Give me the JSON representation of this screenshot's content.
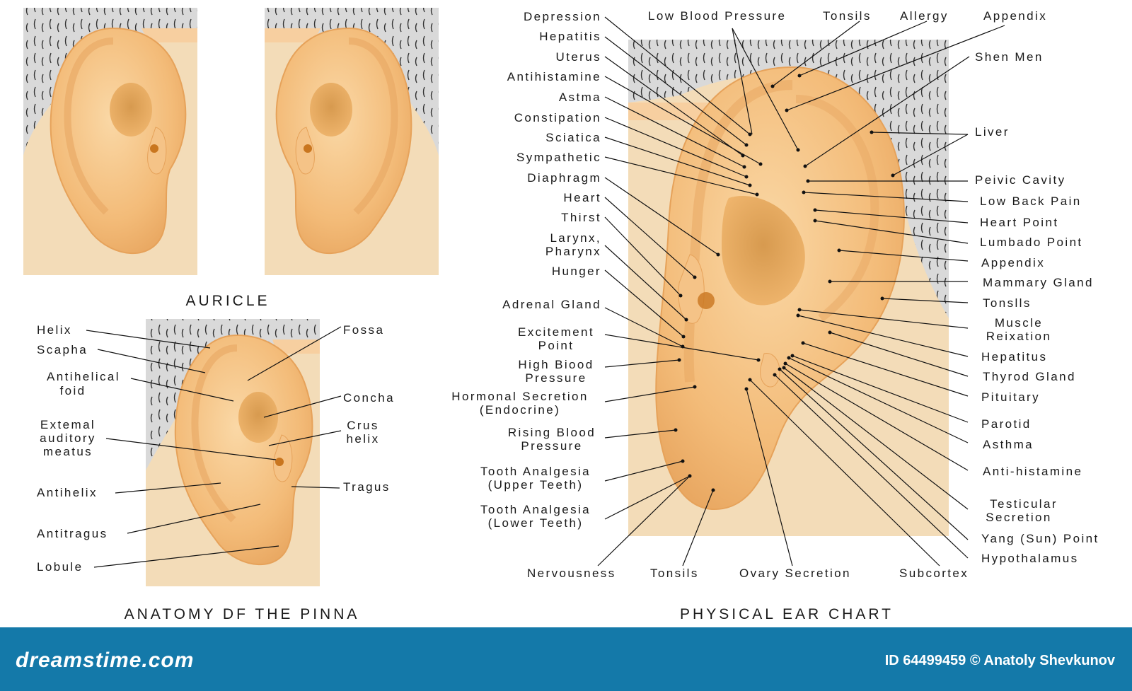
{
  "titles": {
    "auricle": "AURICLE",
    "pinna": "ANATOMY DF THE PINNA",
    "chart": "PHYSICAL EAR CHART"
  },
  "pinna_labels": {
    "helix": "Helix",
    "scapha": "Scapha",
    "antihelical_1": "Antihelical",
    "antihelical_2": "foid",
    "ext_1": "Extemal",
    "ext_2": "auditory",
    "ext_3": "meatus",
    "antihelix": "Antihelix",
    "antitragus": "Antitragus",
    "lobule": "Lobule",
    "fossa": "Fossa",
    "concha": "Concha",
    "crus_1": "Crus",
    "crus_2": "helix",
    "tragus": "Tragus"
  },
  "chart_left": {
    "depression": "Depression",
    "hepatitis": "Hepatitis",
    "uterus": "Uterus",
    "antihistamine": "Antihistamine",
    "astma": "Astma",
    "constipation": "Constipation",
    "sciatica": "Sciatica",
    "sympathetic": "Sympathetic",
    "diaphragm": "Diaphragm",
    "heart": "Heart",
    "thirst": "Thirst",
    "larynx_1": "Larynx,",
    "larynx_2": "Pharynx",
    "hunger": "Hunger",
    "adrenal": "Adrenal Gland",
    "excitement_1": "Excitement",
    "excitement_2": "Point",
    "hbp_1": "High Biood",
    "hbp_2": "Pressure",
    "hormonal_1": "Hormonal Secretion",
    "hormonal_2": "(Endocrine)",
    "rising_1": "Rising Blood",
    "rising_2": "Pressure",
    "tooth_u_1": "Tooth Analgesia",
    "tooth_u_2": "(Upper Teeth)",
    "tooth_l_1": "Tooth Analgesia",
    "tooth_l_2": "(Lower Teeth)"
  },
  "chart_top": {
    "lbp": "Low Blood Pressure",
    "tonsils": "Tonsils",
    "allergy": "Allergy",
    "appendix": "Appendix",
    "shen_men": "Shen Men"
  },
  "chart_right": {
    "liver": "Liver",
    "pelvic": "Peivic Cavity",
    "low_back": "Low Back Pain",
    "heart_point": "Heart Point",
    "lumbado": "Lumbado Point",
    "appendix": "Appendix",
    "mammary": "Mammary Gland",
    "tonsils": "Tonslls",
    "muscle_1": "Muscle",
    "muscle_2": "Reixation",
    "hepatitus": "Hepatitus",
    "thyrod": "Thyrod Gland",
    "pituitary": "Pituitary",
    "parotid": "Parotid",
    "asthma": "Asthma",
    "anti_hist": "Anti-histamine",
    "testicular_1": "Testicular",
    "testicular_2": "Secretion",
    "yang": "Yang (Sun) Point",
    "hypothalamus": "Hypothalamus"
  },
  "chart_bottom": {
    "nervousness": "Nervousness",
    "tonsils": "Tonsils",
    "ovary": "Ovary Secretion",
    "subcortex": "Subcortex"
  },
  "footer": {
    "site": "dreamstime.com",
    "credit": "ID 64499459 © Anatoly Shevkunov"
  },
  "colors": {
    "skin": "#f2b872",
    "skin_light": "#f7cf97",
    "face": "#f3dcb8",
    "hair_bg": "#d9d9d9",
    "footer": "#1479a9"
  }
}
